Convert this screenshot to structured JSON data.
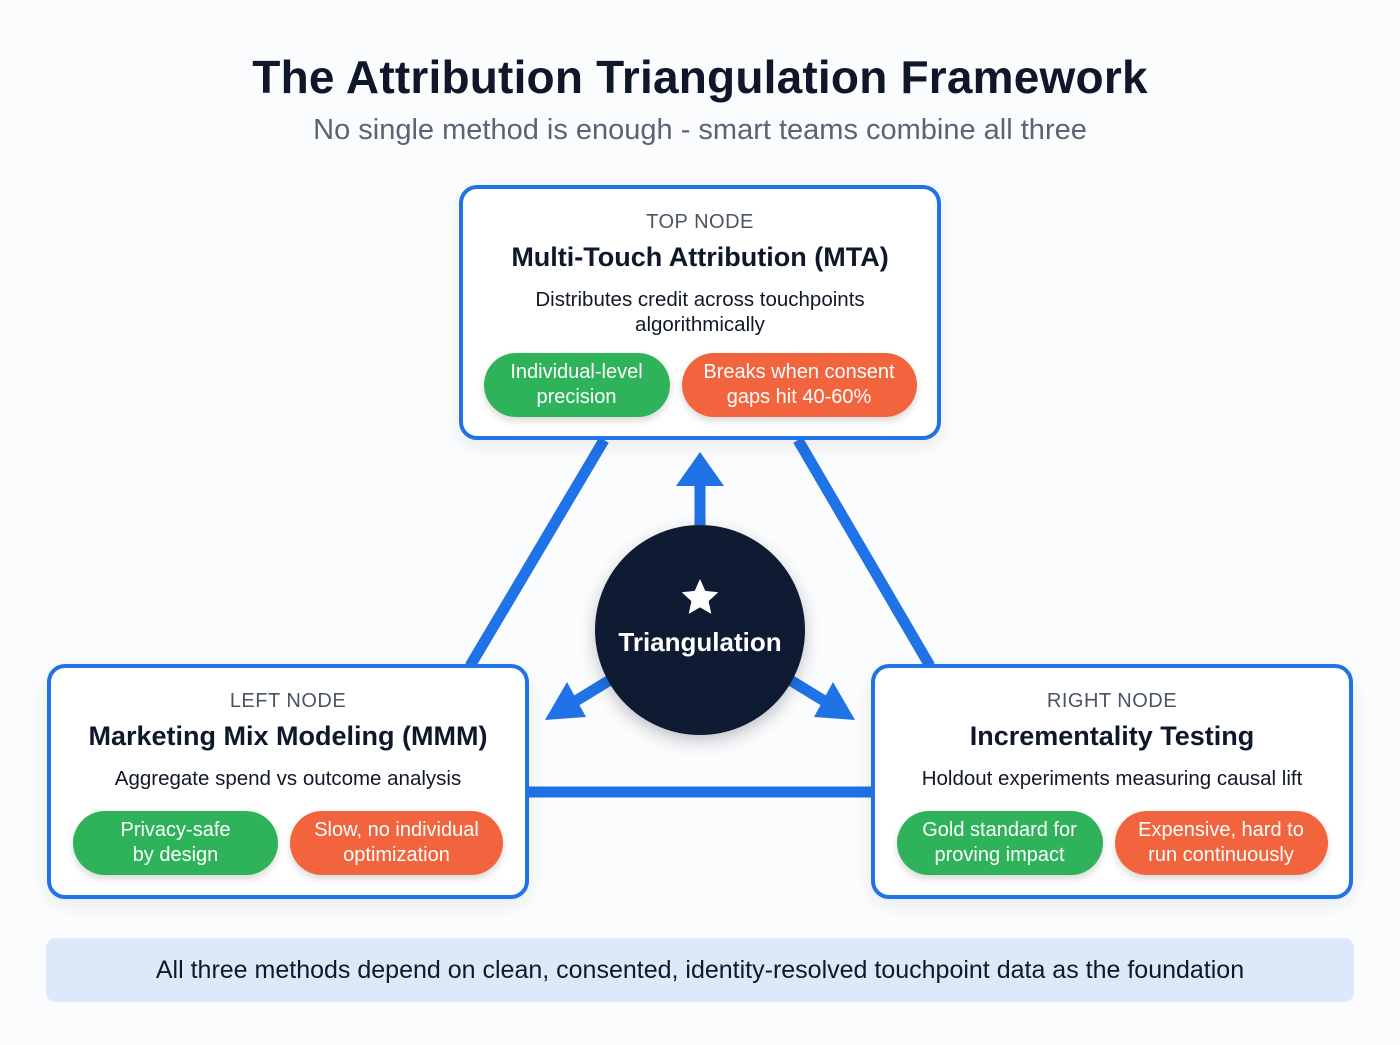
{
  "header": {
    "title": "The Attribution Triangulation Framework",
    "subtitle": "No single method is enough - smart teams combine all three"
  },
  "nodes": {
    "top": {
      "tag": "TOP NODE",
      "title": "Multi-Touch Attribution (MTA)",
      "description": "Distributes credit across touchpoints algorithmically",
      "pro": "Individual-level precision",
      "con": "Breaks when consent gaps hit 40-60%"
    },
    "left": {
      "tag": "LEFT NODE",
      "title": "Marketing Mix Modeling (MMM)",
      "description": "Aggregate spend vs outcome analysis",
      "pro": "Privacy-safe by design",
      "con": "Slow, no individual optimization"
    },
    "right": {
      "tag": "RIGHT NODE",
      "title": "Incrementality Testing",
      "description": "Holdout experiments measuring causal lift",
      "pro": "Gold standard for proving impact",
      "con": "Expensive, hard to run continuously"
    }
  },
  "center": {
    "label": "Triangulation",
    "icon": "star-icon"
  },
  "footer": {
    "text": "All three methods depend on clean, consented, identity-resolved touchpoint data as the foundation"
  },
  "colors": {
    "accent": "#1f73e6",
    "center": "#0f1a33",
    "pro": "#2fb35a",
    "con": "#f2643e",
    "footer_bg": "#dbe9fb"
  }
}
